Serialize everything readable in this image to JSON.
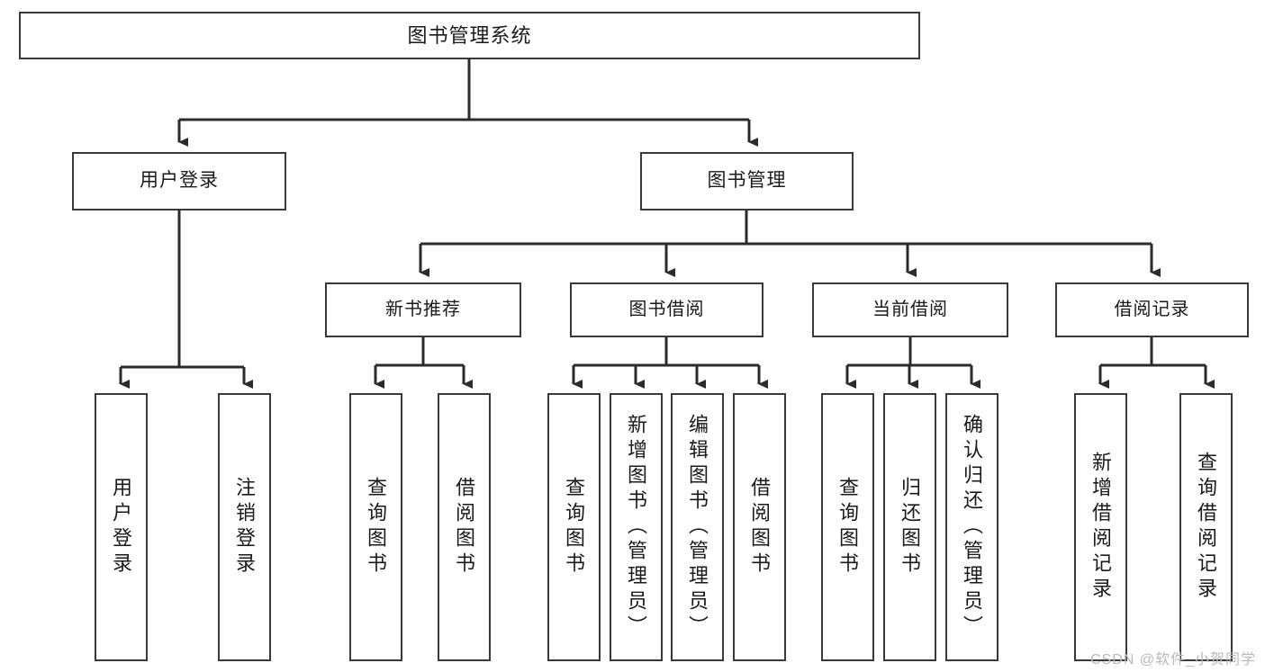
{
  "diagram": {
    "title": "图书管理系统",
    "type": "tree-hierarchy-chart",
    "colors": {
      "box_border": "#3a3a3a",
      "box_fill": "#ffffff",
      "connector": "#2b2b2b",
      "text": "#1a1a1a",
      "watermark": "#b9b9b9"
    },
    "root": {
      "label": "图书管理系统",
      "children": [
        {
          "label": "用户登录",
          "children": [
            {
              "label": "用户登录"
            },
            {
              "label": "注销登录"
            }
          ]
        },
        {
          "label": "图书管理",
          "children": [
            {
              "label": "新书推荐",
              "children": [
                {
                  "label": "查询图书"
                },
                {
                  "label": "借阅图书"
                }
              ]
            },
            {
              "label": "图书借阅",
              "children": [
                {
                  "label": "查询图书"
                },
                {
                  "label": "新增图书（管理员）"
                },
                {
                  "label": "编辑图书（管理员）"
                },
                {
                  "label": "借阅图书"
                }
              ]
            },
            {
              "label": "当前借阅",
              "children": [
                {
                  "label": "查询图书"
                },
                {
                  "label": "归还图书"
                },
                {
                  "label": "确认归还（管理员）"
                }
              ]
            },
            {
              "label": "借阅记录",
              "children": [
                {
                  "label": "新增借阅记录"
                },
                {
                  "label": "查询借阅记录"
                }
              ]
            }
          ]
        }
      ]
    }
  },
  "nodes": {
    "root": "图书管理系统",
    "user_login": "用户登录",
    "book_manage": "图书管理",
    "new_book_rec": "新书推荐",
    "book_borrow": "图书借阅",
    "current_borrow": "当前借阅",
    "borrow_record": "借阅记录"
  },
  "leaves": {
    "user_login_1": "用户登录",
    "user_login_2": "注销登录",
    "new_book_1": "查询图书",
    "new_book_2": "借阅图书",
    "borrow_1": "查询图书",
    "borrow_2": "新增图书（管理员）",
    "borrow_3": "编辑图书（管理员）",
    "borrow_4": "借阅图书",
    "current_1": "查询图书",
    "current_2": "归还图书",
    "current_3": "确认归还（管理员）",
    "record_1": "新增借阅记录",
    "record_2": "查询借阅记录"
  },
  "watermark": {
    "text": "CSDN @软件_小贺同学"
  }
}
